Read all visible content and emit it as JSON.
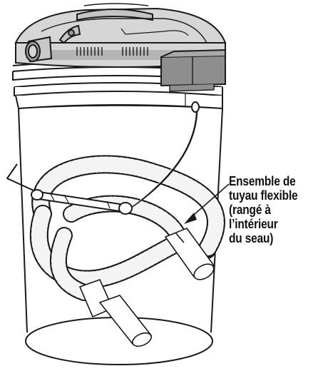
{
  "diagram": {
    "callout_lines": [
      "Ensemble de",
      "tuyau flexible",
      "(rangé à",
      "l’intérieur",
      "du seau)"
    ],
    "colors": {
      "outline": "#1a1a1a",
      "lid_fill": "#d6d6d6",
      "lid_shadow": "#9a9a9a",
      "latch_fill": "#8e8e8e",
      "bucket_fill": "#ffffff",
      "hose_fill": "#f4f4f4"
    }
  }
}
